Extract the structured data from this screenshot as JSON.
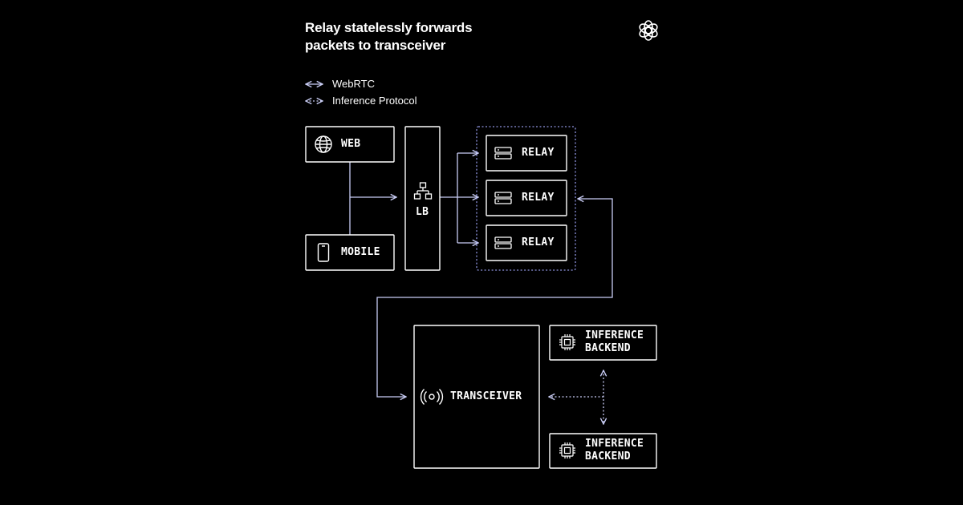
{
  "title_line1": "Relay statelessly forwards",
  "title_line2": "packets to transceiver",
  "legend": {
    "webrtc": "WebRTC",
    "inference": "Inference Protocol"
  },
  "nodes": {
    "web": "WEB",
    "mobile": "MOBILE",
    "lb": "LB",
    "relay1": "RELAY",
    "relay2": "RELAY",
    "relay3": "RELAY",
    "transceiver": "TRANSCEIVER",
    "backend1_line1": "INFERENCE",
    "backend1_line2": "BACKEND",
    "backend2_line1": "INFERENCE",
    "backend2_line2": "BACKEND"
  },
  "colors": {
    "background": "#000000",
    "stroke": "#ffffff",
    "webrtc_line": "#c9cdf5",
    "inference_line": "#c9cdf5",
    "relay_group_border": "#8f95e0"
  },
  "icons": {
    "brand": "openai-logo-icon",
    "web": "globe-icon",
    "mobile": "phone-icon",
    "lb": "network-hierarchy-icon",
    "relay": "server-icon",
    "transceiver": "broadcast-icon",
    "backend": "chip-icon"
  }
}
